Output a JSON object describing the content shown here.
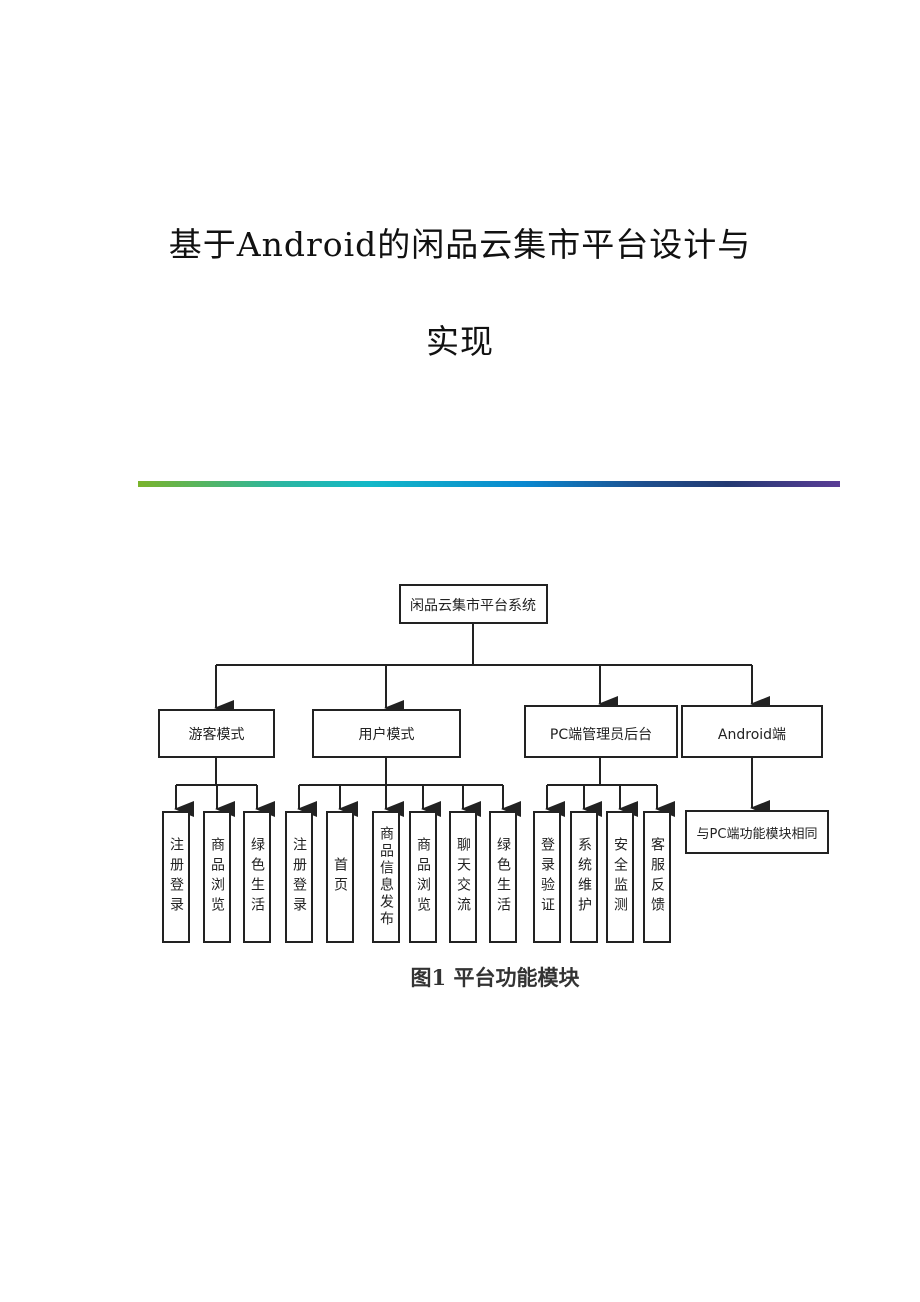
{
  "title_line1": "基于Android的闲品云集市平台设计与",
  "title_line2": "实现",
  "diagram": {
    "root": "闲品云集市平台系统",
    "groups": [
      {
        "label": "游客模式",
        "children": [
          "注册登录",
          "商品浏览",
          "绿色生活"
        ]
      },
      {
        "label": "用户模式",
        "children": [
          "注册登录",
          "首页",
          "商品信息发布",
          "商品浏览",
          "聊天交流",
          "绿色生活"
        ]
      },
      {
        "label": "PC端管理员后台",
        "children": [
          "登录验证",
          "系统维护",
          "安全监测",
          "客服反馈"
        ]
      },
      {
        "label": "Android端",
        "children": [
          "与PC端功能模块相同"
        ]
      }
    ],
    "caption": "图1  平台功能模块"
  },
  "colors": {
    "bar_start": "#7ab42c",
    "bar_end": "#5a3c96"
  }
}
